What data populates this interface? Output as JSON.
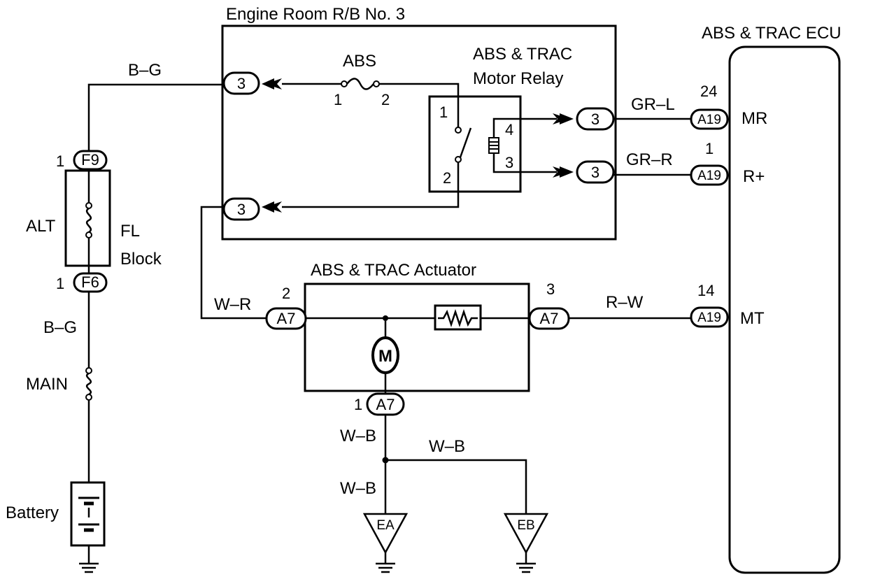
{
  "labels": {
    "rb_title": "Engine Room R/B No. 3",
    "ecu_title": "ABS & TRAC ECU",
    "relay_title_1": "ABS & TRAC",
    "relay_title_2": "Motor Relay",
    "fuse_abs": "ABS",
    "actuator_title": "ABS & TRAC Actuator",
    "alt": "ALT",
    "fl_1": "FL",
    "fl_2": "Block",
    "main": "MAIN",
    "battery": "Battery",
    "motor": "M"
  },
  "wires": {
    "bg_top": "B–G",
    "bg_bottom": "B–G",
    "gr_l": "GR–L",
    "gr_r": "GR–R",
    "w_r": "W–R",
    "r_w": "R–W",
    "w_b_1": "W–B",
    "w_b_2": "W–B",
    "w_b_3": "W–B"
  },
  "connectors": {
    "rb3": "3",
    "f9": "F9",
    "f6": "F6",
    "a7": "A7",
    "a19": "A19"
  },
  "pins": {
    "f9": "1",
    "f6": "1",
    "fuse_1": "1",
    "fuse_2": "2",
    "relay_1": "1",
    "relay_2": "2",
    "relay_3": "3",
    "relay_4": "4",
    "a7_left": "2",
    "a7_right": "3",
    "a7_bottom": "1",
    "a19_mr": "24",
    "a19_r": "1",
    "a19_mt": "14"
  },
  "ecu_terminals": {
    "mr": "MR",
    "r_plus": "R+",
    "mt": "MT"
  },
  "grounds": {
    "ea": "EA",
    "eb": "EB"
  }
}
